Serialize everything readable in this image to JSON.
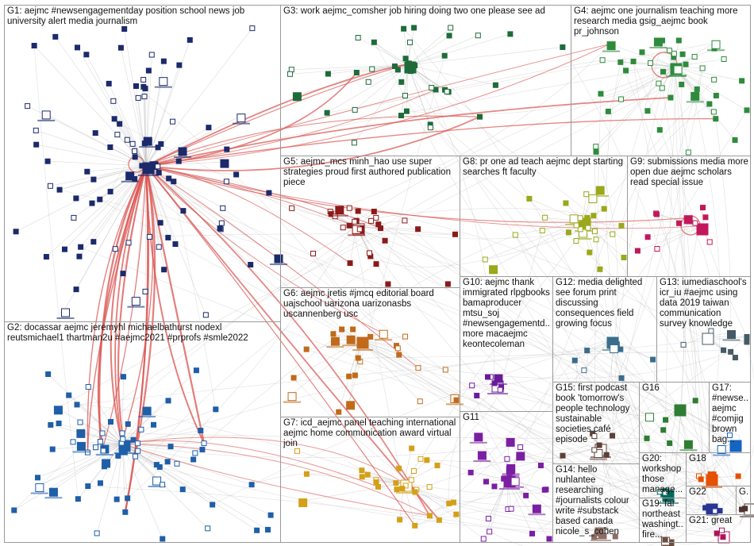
{
  "colors": {
    "background": "#ffffff",
    "panel_border": "#9a9a9a",
    "edge": "#bdbdbd",
    "highlight_edge": "#d9534f",
    "node_fill": "#ffffff"
  },
  "groups": [
    {
      "id": "g1",
      "label": "G1: aejmc #newsengagementday position school news job university alert media journalism",
      "node_color": "#1b2a6b"
    },
    {
      "id": "g2",
      "label": "G2: docassar aejmc jeremyhl michaelbathurst nodexl reutsmichael1 thartman2u #aejmc2021 #prprofs #smle2022",
      "node_color": "#1f5fa8"
    },
    {
      "id": "g3",
      "label": "G3: work aejmc_comsher job hiring doing two one please see ad",
      "node_color": "#1e6b3a"
    },
    {
      "id": "g4",
      "label": "G4: aejmc one journalism teaching more research media gsig_aejmc book pr_johnson",
      "node_color": "#2e8b3c"
    },
    {
      "id": "g5",
      "label": "G5: aejmc_mcs minh_hao use super strategies proud first authored publication piece",
      "node_color": "#8b1a1a"
    },
    {
      "id": "g6",
      "label": "G6: aejmc jretis #jmcq editorial board uajschool uarizona uarizonasbs uscannenberg usc",
      "node_color": "#c06a1a"
    },
    {
      "id": "g7",
      "label": "G7: icd_aejmc panel teaching international aejmc home communication award virtual join",
      "node_color": "#d4a017"
    },
    {
      "id": "g8",
      "label": "G8: pr one ad teach aejmc dept starting searches ft faculty",
      "node_color": "#9aa81a"
    },
    {
      "id": "g9",
      "label": "G9: submissions media more open due aejmc scholars read special issue",
      "node_color": "#c2185b"
    },
    {
      "id": "g10",
      "label": "G10: aejmc thank immigrated rlpgbooks bamaproducer mtsu_soj #newsengagementd... more macaejmc keontecoleman",
      "node_color": "#6a1b9a"
    },
    {
      "id": "g11",
      "label": "G11",
      "node_color": "#7b1fa2"
    },
    {
      "id": "g12",
      "label": "G12: media delighted see forum print discussing consequences field growing focus",
      "node_color": "#3a6d8c"
    },
    {
      "id": "g13",
      "label": "G13: iumediaschool's icr_iu #aejmc using data 2019 taiwan communication survey knowledge",
      "node_color": "#455a64"
    },
    {
      "id": "g14",
      "label": "G14: hello nuhlantee researching #journalists colour write #substack based canada nicole_s_cohen",
      "node_color": "#8d6e63"
    },
    {
      "id": "g15",
      "label": "G15: first podcast book 'tomorrow's people technology sustainable societies café episode",
      "node_color": "#5d4037"
    },
    {
      "id": "g16",
      "label": "G16",
      "node_color": "#2e7d32"
    },
    {
      "id": "g17",
      "label": "G17: #newse... aejmc #comjig brown bag...",
      "node_color": "#1565c0"
    },
    {
      "id": "g18",
      "label": "G18",
      "node_color": "#e65100"
    },
    {
      "id": "g19",
      "label": "G19: far northeast washingt... fire...",
      "node_color": "#6d4c41"
    },
    {
      "id": "g20",
      "label": "G20: workshop those manage...",
      "node_color": "#00695c"
    },
    {
      "id": "g21",
      "label": "G21: great",
      "node_color": "#ad1457"
    },
    {
      "id": "g22",
      "label": "G22",
      "node_color": "#283593"
    },
    {
      "id": "g23",
      "label": "G...",
      "node_color": "#4e342e"
    }
  ]
}
